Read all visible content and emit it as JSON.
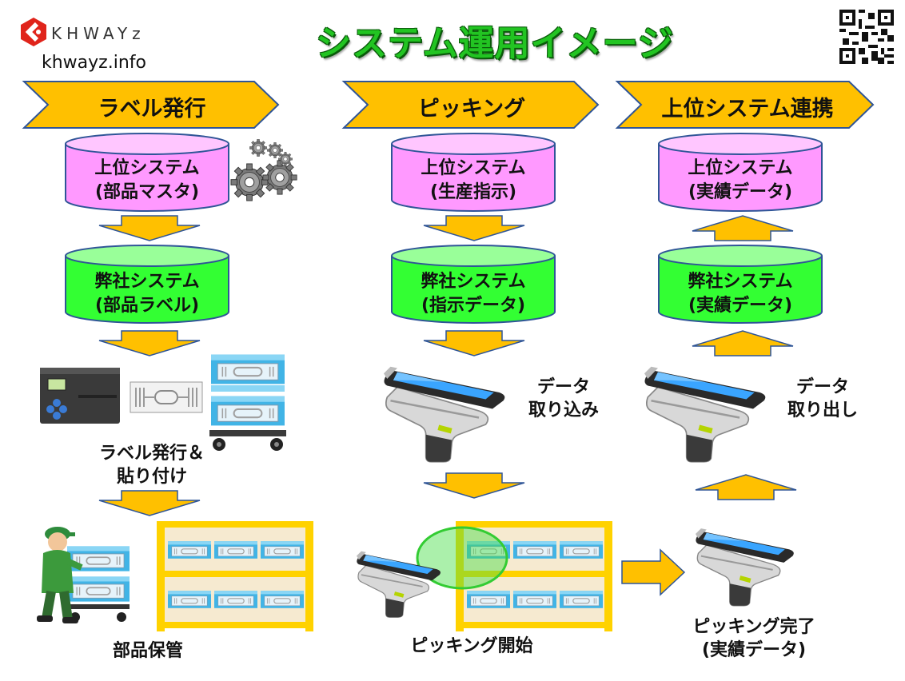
{
  "header": {
    "brand": "KHWAYz",
    "website": "khwayz.info",
    "title": "システム運用イメージ"
  },
  "columns": [
    {
      "chevron": "ラベル発行",
      "upper_db": {
        "line1": "上位システム",
        "line2": "(部品マスタ)"
      },
      "our_db": {
        "line1": "弊社システム",
        "line2": "(部品ラベル)"
      },
      "caption_mid": {
        "line1": "ラベル発行＆",
        "line2": "貼り付け"
      },
      "caption_bottom": "部品保管"
    },
    {
      "chevron": "ピッキング",
      "upper_db": {
        "line1": "上位システム",
        "line2": "(生産指示)"
      },
      "our_db": {
        "line1": "弊社システム",
        "line2": "(指示データ)"
      },
      "caption_mid": {
        "line1": "データ",
        "line2": "取り込み"
      },
      "caption_bottom": "ピッキング開始"
    },
    {
      "chevron": "上位システム連携",
      "upper_db": {
        "line1": "上位システム",
        "line2": "(実績データ)"
      },
      "our_db": {
        "line1": "弊社システム",
        "line2": "(実績データ)"
      },
      "caption_mid": {
        "line1": "データ",
        "line2": "取り出し"
      },
      "caption_bottom": {
        "line1": "ピッキング完了",
        "line2": "(実績データ)"
      }
    }
  ],
  "colors": {
    "chevron": "#ffc000",
    "upper_db": "#ff99ff",
    "our_db": "#33ff33",
    "db_outline": "#2f5597",
    "arrow": "#ffc000",
    "title_green": "#22c422",
    "bin_blue": "#41b4e6",
    "shelf_yellow": "#ffd200"
  },
  "icons": [
    "gears-icon",
    "label-printer-icon",
    "rfid-tag-icon",
    "parts-cart-icon",
    "worker-icon",
    "storage-shelf-icon",
    "handheld-scanner-icon",
    "qr-code-icon",
    "logo-icon"
  ]
}
